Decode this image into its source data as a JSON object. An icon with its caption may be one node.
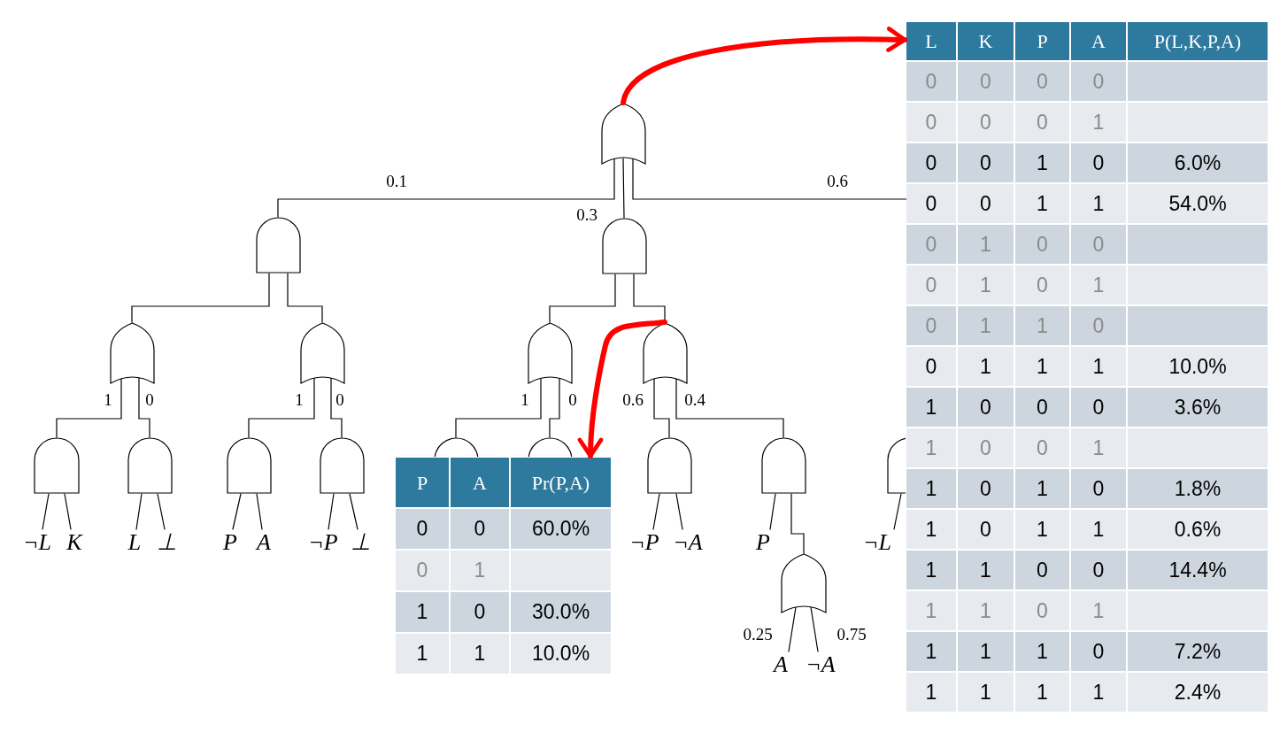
{
  "diagram": {
    "nodes": [
      {
        "text": [],
        "shape": "or-gate"
      },
      {
        "text": [],
        "shape": "and-gate"
      },
      {
        "text": [],
        "shape": "and-gate"
      },
      {
        "text": [],
        "shape": "or-gate"
      },
      {
        "text": [],
        "shape": "or-gate"
      },
      {
        "text": [],
        "shape": "or-gate"
      },
      {
        "text": [],
        "shape": "or-gate"
      },
      {
        "text": [],
        "shape": "and-gate"
      },
      {
        "text": [],
        "shape": "and-gate"
      },
      {
        "text": [],
        "shape": "and-gate"
      },
      {
        "text": [],
        "shape": "and-gate"
      },
      {
        "text": [],
        "shape": "and-gate"
      },
      {
        "text": [],
        "shape": "and-gate"
      },
      {
        "text": [],
        "shape": "and-gate"
      },
      {
        "text": [],
        "shape": "and-gate"
      },
      {
        "text": [],
        "shape": "and-gate"
      },
      {
        "text": [],
        "shape": "or-gate"
      },
      {
        "text": [
          "¬L"
        ]
      },
      {
        "text": [
          "K"
        ]
      },
      {
        "text": [
          "L"
        ]
      },
      {
        "text": [
          "⊥"
        ]
      },
      {
        "text": [
          "P"
        ]
      },
      {
        "text": [
          "A"
        ]
      },
      {
        "text": [
          "¬P"
        ]
      },
      {
        "text": [
          "⊥"
        ]
      },
      {
        "text": [
          "¬P"
        ]
      },
      {
        "text": [
          "¬A"
        ]
      },
      {
        "text": [
          "P"
        ]
      },
      {
        "text": [
          "¬L"
        ]
      },
      {
        "text": [
          "A"
        ]
      },
      {
        "text": [
          "¬A"
        ]
      },
      {
        "text": [
          "P",
          "A",
          "Pr(P,A)",
          "0",
          "0",
          "60.0%",
          "0",
          "1",
          "1",
          "0",
          "30.0%",
          "1",
          "1",
          "10.0%"
        ]
      },
      {
        "text": [
          "L",
          "K",
          "P",
          "A",
          "P(L,K,P,A)",
          "0",
          "0",
          "0",
          "0",
          "0",
          "0",
          "0",
          "1",
          "0",
          "0",
          "1",
          "0",
          "6.0%",
          "0",
          "0",
          "1",
          "1",
          "54.0%",
          "0",
          "1",
          "0",
          "0",
          "0",
          "1",
          "0",
          "1",
          "0",
          "1",
          "1",
          "0",
          "0",
          "1",
          "1",
          "1",
          "10.0%",
          "1",
          "0",
          "0",
          "0",
          "3.6%",
          "1",
          "0",
          "0",
          "1",
          "1",
          "0",
          "1",
          "0",
          "1.8%",
          "1",
          "0",
          "1",
          "1",
          "0.6%",
          "1",
          "1",
          "0",
          "0",
          "14.4%",
          "1",
          "1",
          "0",
          "1",
          "1",
          "1",
          "1",
          "0",
          "7.2%",
          "1",
          "1",
          "1",
          "1",
          "2.4%"
        ]
      }
    ],
    "edges": [
      {
        "from": 0,
        "to": 1,
        "arrow": "none",
        "label": "0.1"
      },
      {
        "from": 0,
        "to": 2,
        "arrow": "none",
        "label": "0.3"
      },
      {
        "from": 0,
        "to": 32,
        "arrow": "none",
        "label": "0.6"
      },
      {
        "from": 1,
        "to": 3,
        "arrow": "none"
      },
      {
        "from": 1,
        "to": 4,
        "arrow": "none"
      },
      {
        "from": 2,
        "to": 5,
        "arrow": "none"
      },
      {
        "from": 2,
        "to": 6,
        "arrow": "none"
      },
      {
        "from": 3,
        "to": 7,
        "arrow": "none",
        "label": "1"
      },
      {
        "from": 3,
        "to": 8,
        "arrow": "none",
        "label": "0"
      },
      {
        "from": 4,
        "to": 9,
        "arrow": "none",
        "label": "1"
      },
      {
        "from": 4,
        "to": 10,
        "arrow": "none",
        "label": "0"
      },
      {
        "from": 5,
        "to": 11,
        "arrow": "none",
        "label": "1"
      },
      {
        "from": 5,
        "to": 12,
        "arrow": "none",
        "label": "0"
      },
      {
        "from": 6,
        "to": 13,
        "arrow": "none",
        "label": "0.6"
      },
      {
        "from": 6,
        "to": 14,
        "arrow": "none",
        "label": "0.4"
      },
      {
        "from": 7,
        "to": 17,
        "arrow": "none"
      },
      {
        "from": 7,
        "to": 18,
        "arrow": "none"
      },
      {
        "from": 8,
        "to": 19,
        "arrow": "none"
      },
      {
        "from": 8,
        "to": 20,
        "arrow": "none"
      },
      {
        "from": 9,
        "to": 21,
        "arrow": "none"
      },
      {
        "from": 9,
        "to": 22,
        "arrow": "none"
      },
      {
        "from": 10,
        "to": 23,
        "arrow": "none"
      },
      {
        "from": 10,
        "to": 24,
        "arrow": "none"
      },
      {
        "from": 13,
        "to": 25,
        "arrow": "none"
      },
      {
        "from": 13,
        "to": 26,
        "arrow": "none"
      },
      {
        "from": 14,
        "to": 27,
        "arrow": "none"
      },
      {
        "from": 14,
        "to": 16,
        "arrow": "none"
      },
      {
        "from": 16,
        "to": 29,
        "arrow": "none",
        "label": "0.25"
      },
      {
        "from": 16,
        "to": 30,
        "arrow": "none",
        "label": "0.75"
      },
      {
        "from": 15,
        "to": 28,
        "arrow": "none"
      },
      {
        "from": 0,
        "to": 32,
        "arrow": "to",
        "style": "thick",
        "color": "#ff0000"
      },
      {
        "from": 6,
        "to": 31,
        "arrow": "to",
        "style": "thick",
        "color": "#ff0000"
      }
    ]
  }
}
